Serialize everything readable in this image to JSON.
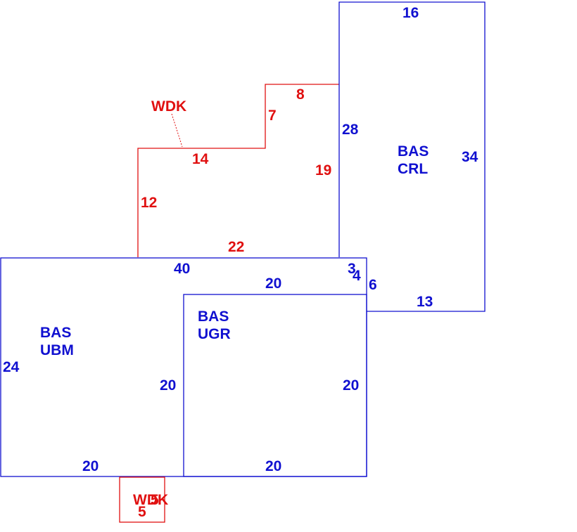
{
  "colors": {
    "bas": "#1010d0",
    "wdk": "#e01010",
    "background": "#ffffff"
  },
  "areas": {
    "crl": {
      "code": "BAS",
      "sub": "CRL",
      "dims": {
        "top": "16",
        "left": "28",
        "right": "34",
        "bottom": "13",
        "notch_a": "3",
        "notch_b": "4",
        "notch_c": "6"
      }
    },
    "ubm": {
      "code": "BAS",
      "sub": "UBM",
      "dims": {
        "top": "40",
        "left": "24",
        "inner": "20",
        "bottom": "20"
      }
    },
    "ugr": {
      "code": "BAS",
      "sub": "UGR",
      "dims": {
        "top": "20",
        "right": "20",
        "bottom": "20"
      }
    },
    "wdk_upper": {
      "label": "WDK",
      "dims": {
        "top_short": "8",
        "step": "7",
        "top_long": "14",
        "right": "19",
        "left": "12",
        "bottom": "22"
      }
    },
    "wdk_lower": {
      "label": "WDK",
      "dims": {
        "bottom": "5",
        "side": "5"
      }
    }
  }
}
